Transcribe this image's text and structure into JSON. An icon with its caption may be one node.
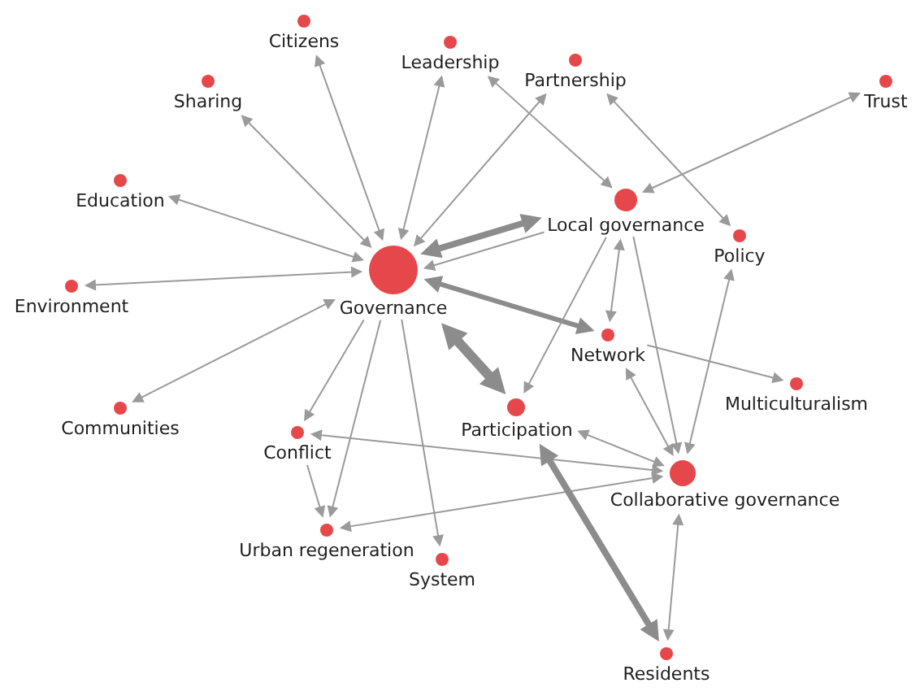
{
  "diagram": {
    "nodes": [
      {
        "text": [
          "Citizens"
        ]
      },
      {
        "text": [
          "Leadership"
        ]
      },
      {
        "text": [
          "Partnership"
        ]
      },
      {
        "text": [
          "Sharing"
        ]
      },
      {
        "text": [
          "Trust"
        ]
      },
      {
        "text": [
          "Education"
        ]
      },
      {
        "text": [
          "Local governance"
        ]
      },
      {
        "text": [
          "Policy"
        ]
      },
      {
        "text": [
          "Governance"
        ]
      },
      {
        "text": [
          "Environment"
        ]
      },
      {
        "text": [
          "Network"
        ]
      },
      {
        "text": [
          "Multiculturalism"
        ]
      },
      {
        "text": [
          "Communities"
        ]
      },
      {
        "text": [
          "Conflict"
        ]
      },
      {
        "text": [
          "Participation"
        ]
      },
      {
        "text": [
          "Collaborative governance"
        ]
      },
      {
        "text": [
          "Urban regeneration"
        ]
      },
      {
        "text": [
          "System"
        ]
      },
      {
        "text": [
          "Residents"
        ]
      }
    ],
    "edges": [
      {
        "from": 8,
        "to": 0,
        "arrow": "both"
      },
      {
        "from": 8,
        "to": 1,
        "arrow": "both"
      },
      {
        "from": 8,
        "to": 2,
        "arrow": "both"
      },
      {
        "from": 8,
        "to": 3,
        "arrow": "both"
      },
      {
        "from": 8,
        "to": 5,
        "arrow": "both"
      },
      {
        "from": 8,
        "to": 9,
        "arrow": "both"
      },
      {
        "from": 8,
        "to": 12,
        "arrow": "both"
      },
      {
        "from": 8,
        "to": 6,
        "arrow": "both",
        "style": "thick"
      },
      {
        "from": 6,
        "to": 8,
        "arrow": "to"
      },
      {
        "from": 8,
        "to": 10,
        "arrow": "both",
        "style": "thick"
      },
      {
        "from": 8,
        "to": 14,
        "arrow": "both",
        "style": "thick"
      },
      {
        "from": 8,
        "to": 13,
        "arrow": "to"
      },
      {
        "from": 8,
        "to": 16,
        "arrow": "to"
      },
      {
        "from": 8,
        "to": 17,
        "arrow": "to"
      },
      {
        "from": 1,
        "to": 6,
        "arrow": "both"
      },
      {
        "from": 4,
        "to": 6,
        "arrow": "both"
      },
      {
        "from": 2,
        "to": 7,
        "arrow": "both"
      },
      {
        "from": 6,
        "to": 10,
        "arrow": "both"
      },
      {
        "from": 6,
        "to": 14,
        "arrow": "to"
      },
      {
        "from": 6,
        "to": 15,
        "arrow": "to"
      },
      {
        "from": 7,
        "to": 15,
        "arrow": "both"
      },
      {
        "from": 10,
        "to": 15,
        "arrow": "both"
      },
      {
        "from": 10,
        "to": 11,
        "arrow": "to"
      },
      {
        "from": 13,
        "to": 16,
        "arrow": "to"
      },
      {
        "from": 13,
        "to": 15,
        "arrow": "both"
      },
      {
        "from": 14,
        "to": 15,
        "arrow": "both"
      },
      {
        "from": 16,
        "to": 15,
        "arrow": "both"
      },
      {
        "from": 14,
        "to": 18,
        "arrow": "both",
        "style": "thick"
      },
      {
        "from": 15,
        "to": 18,
        "arrow": "both"
      }
    ]
  }
}
